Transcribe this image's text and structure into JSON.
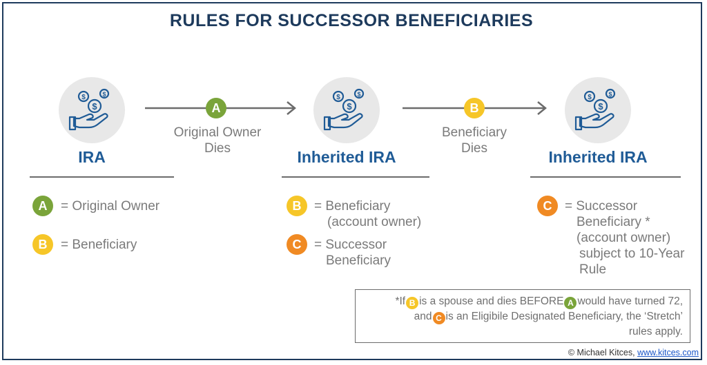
{
  "title": "RULES FOR SUCCESSOR BENEFICIARIES",
  "nodes": [
    {
      "label": "IRA"
    },
    {
      "label": "Inherited IRA"
    },
    {
      "label": "Inherited IRA"
    }
  ],
  "transitions": [
    {
      "badge": "A",
      "line1": "Original Owner",
      "line2": "Dies"
    },
    {
      "badge": "B",
      "line1": "Beneficiary",
      "line2": "Dies"
    }
  ],
  "legend_ira": [
    {
      "badge": "A",
      "text": "= Original Owner"
    },
    {
      "badge": "B",
      "text": "= Beneficiary"
    }
  ],
  "legend_inherited_1": [
    {
      "badge": "B",
      "line1": "= Beneficiary",
      "line2": "(account owner)"
    },
    {
      "badge": "C",
      "line1": "= Successor",
      "line2": "Beneficiary"
    }
  ],
  "legend_inherited_2": {
    "badge": "C",
    "line1": "= Successor",
    "line2": "Beneficiary *",
    "line3": "(account owner)",
    "line4": "subject to 10-Year",
    "line5": "Rule"
  },
  "note": {
    "prefix": "*If",
    "badge_b": "B",
    "part1": "is a spouse and dies BEFORE",
    "badge_a": "A",
    "part2": "would have turned 72,",
    "part3": "and",
    "badge_c": "C",
    "part4": "is an Eligibile Designated Beneficiary, the ‘Stretch’",
    "part5": "rules apply."
  },
  "copyright": {
    "text": "© Michael Kitces,",
    "link": "www.kitces.com"
  },
  "colors": {
    "navy": "#1d3a5c",
    "blue": "#1f5b96",
    "green": "#7aa43a",
    "yellow": "#f6c628",
    "orange": "#f08a23",
    "gray": "#7a7a7a"
  }
}
